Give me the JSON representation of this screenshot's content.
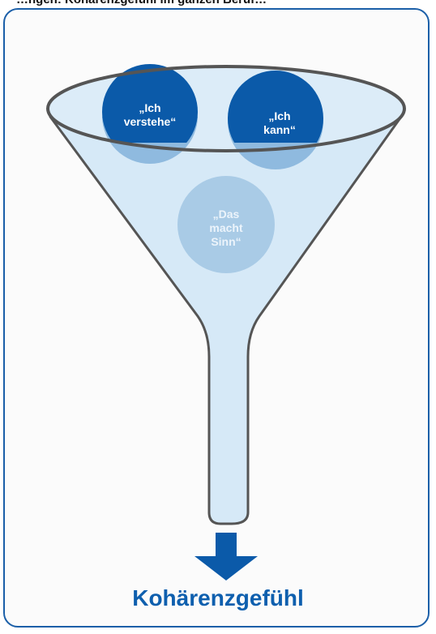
{
  "caption": "…ngen: Kohärenzgefühl im ganzen Beruf…",
  "bubbles": [
    {
      "line1": "„Ich",
      "line2": "verstehe“"
    },
    {
      "line1": "„Ich",
      "line2": "kann“"
    },
    {
      "line1": "„Das",
      "line2": "macht",
      "line3": "Sinn“"
    }
  ],
  "result_label": "Kohärenzgefühl",
  "colors": {
    "frame": "#1b5fa8",
    "bubble_dark": "#0b5aa9",
    "bubble_light": "#a9cbe6",
    "funnel_fill": "#d6e9f7",
    "funnel_outline": "#555555",
    "arrow": "#0b5aa9",
    "label": "#0e5fae"
  }
}
